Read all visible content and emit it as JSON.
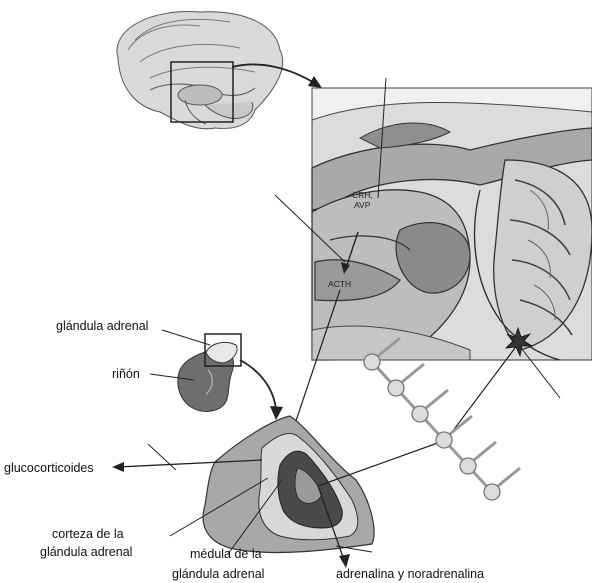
{
  "labels": {
    "crh": "CRH,",
    "avp": "AVP",
    "acth": "ACTH",
    "adrenal_gland": "glándula adrenal",
    "kidney": "riñón",
    "glucocorticoids": "glucocorticoides",
    "cortex_line1": "corteza de la",
    "cortex_line2": "glándula adrenal",
    "medulla_line1": "médula de la",
    "medulla_line2": "glándula adrenal",
    "adrenaline": "adrenalina y noradrenalina"
  }
}
